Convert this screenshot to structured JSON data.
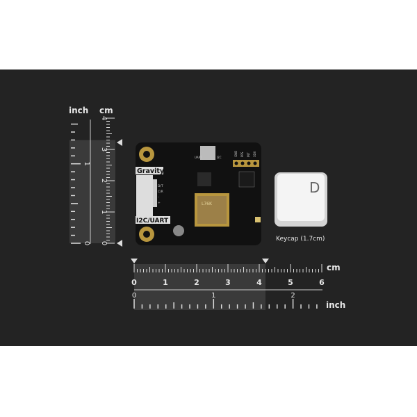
{
  "vertical_ruler": {
    "inch_label": "inch",
    "cm_label": "cm",
    "cm_numbers": [
      "0",
      "1",
      "2",
      "3",
      "4"
    ],
    "inch_numbers": [
      "0",
      "1"
    ],
    "highlight_cm": 3.3
  },
  "horizontal_ruler": {
    "cm_label": "cm",
    "inch_label": "inch",
    "cm_numbers": [
      "0",
      "1",
      "2",
      "3",
      "4",
      "5",
      "6"
    ],
    "inch_numbers": [
      "0",
      "1",
      "2"
    ],
    "highlight_cm": 4.2
  },
  "board": {
    "brand_label": "Gravity",
    "interface_label": "I2C/UART",
    "pin_labels": [
      "D/T",
      "C/R",
      "-",
      "+"
    ],
    "header_labels": [
      "GND",
      "PPS",
      "INT",
      "3DX"
    ],
    "switch_labels": [
      "UART",
      "I2C"
    ],
    "module_label": "L76K",
    "color": "#111111"
  },
  "keycap": {
    "letter": "D",
    "caption": "Keycap (1.7cm)"
  },
  "colors": {
    "background": "#232323",
    "ruler": "#e0e0e0",
    "gold": "#b8963e"
  }
}
